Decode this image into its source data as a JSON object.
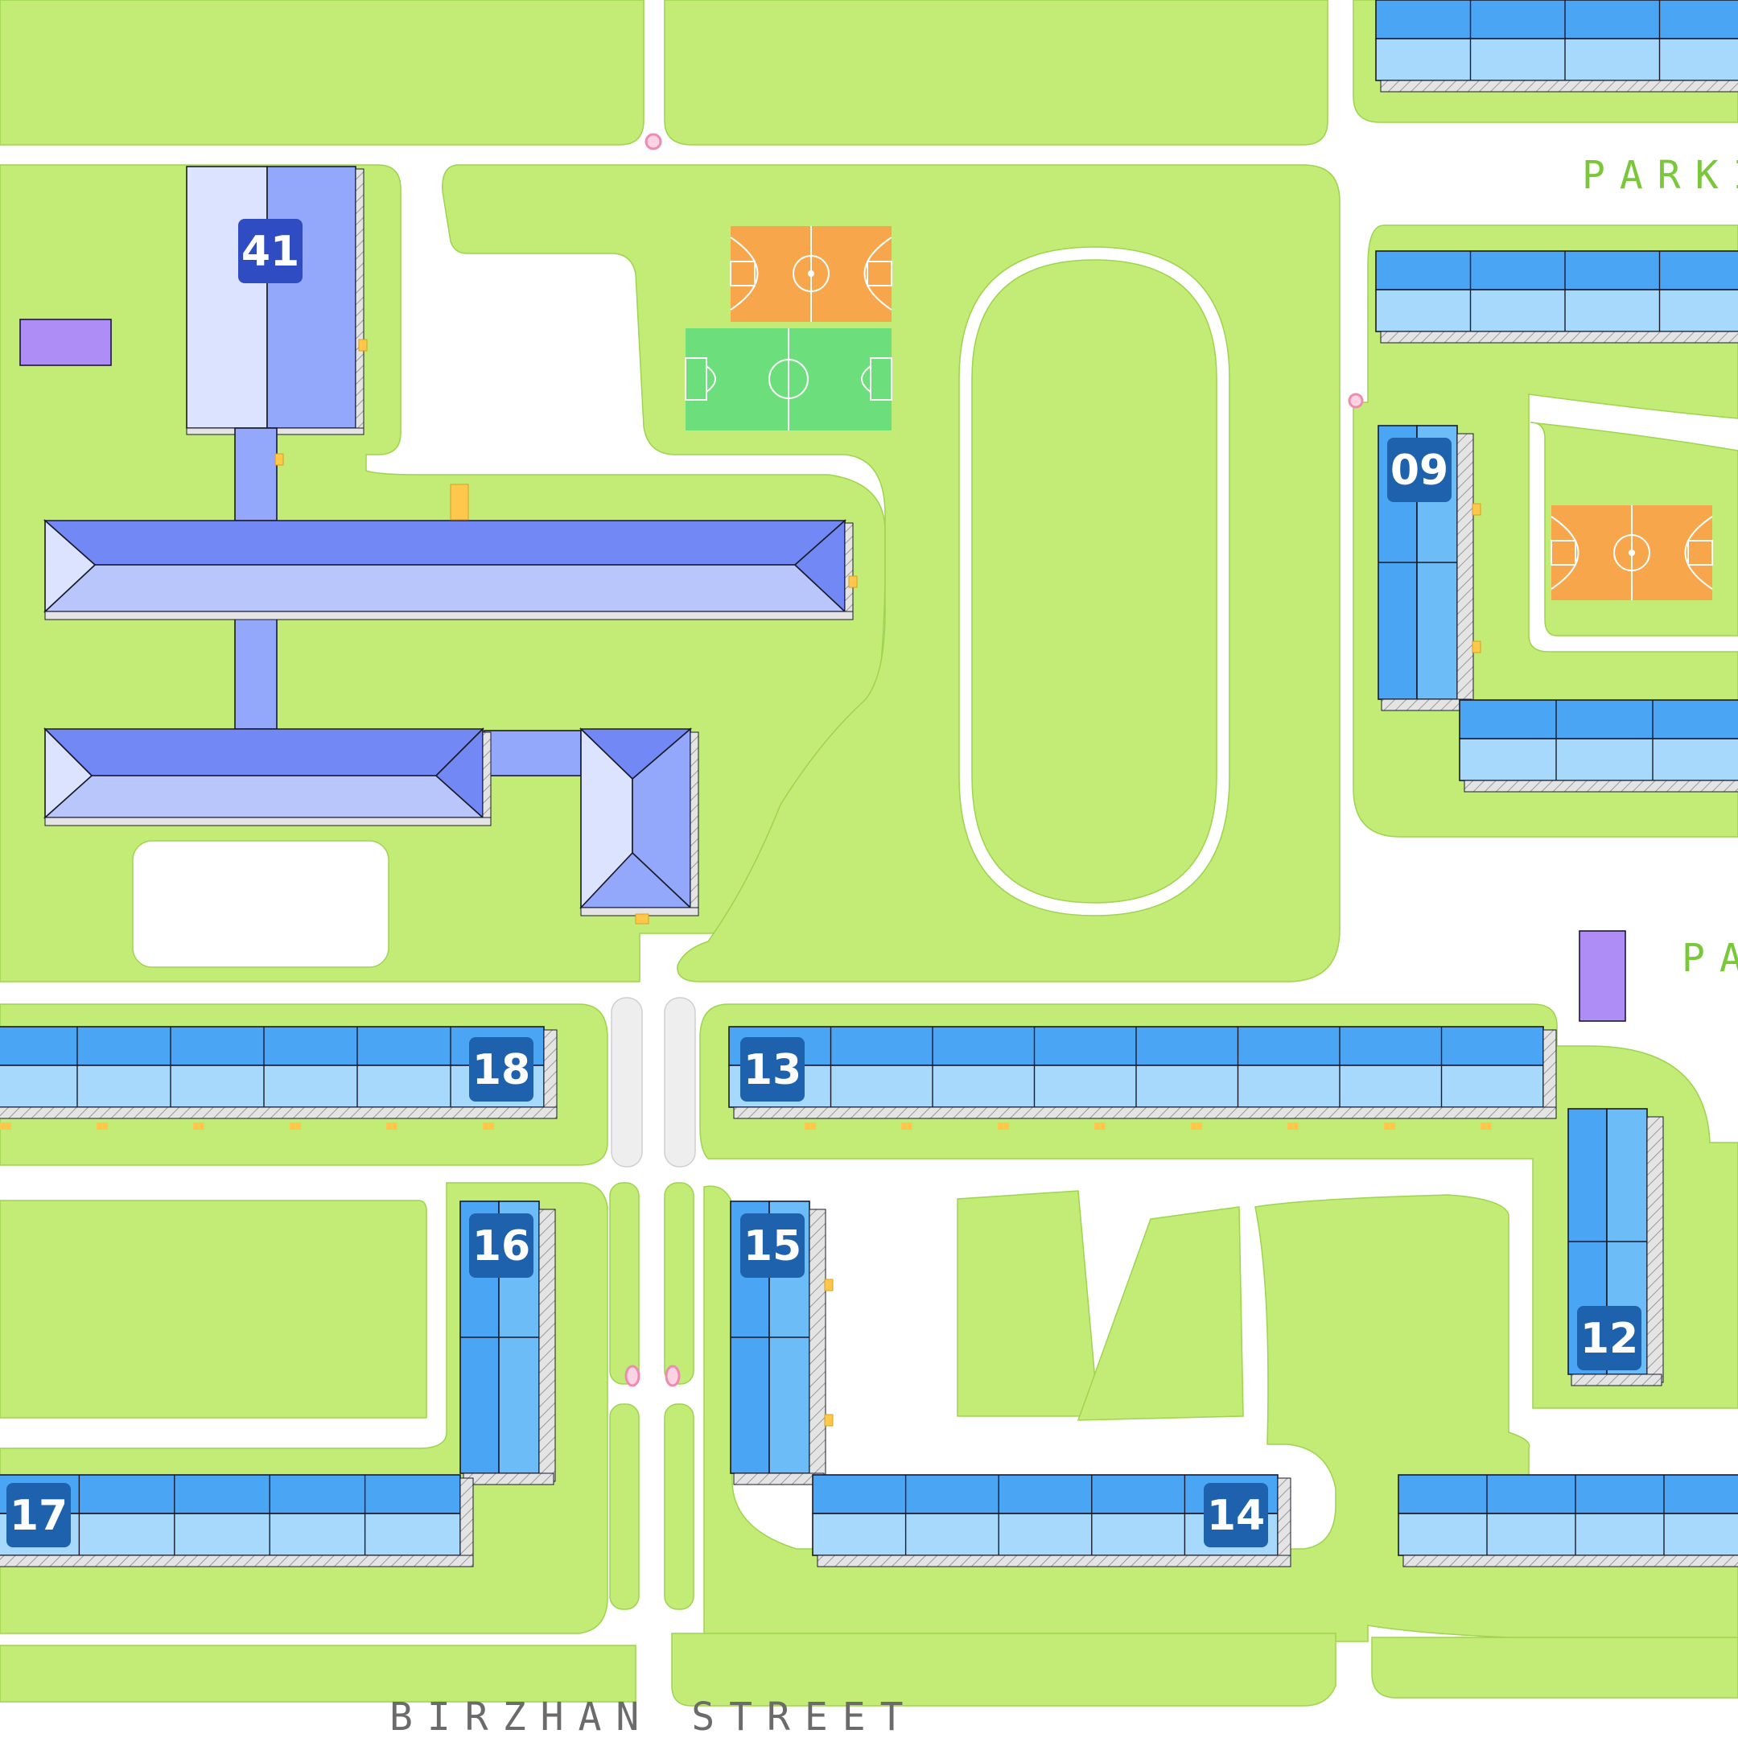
{
  "colors": {
    "grass": "#c2ec76",
    "grass_edge": "#9ed44e",
    "road": "#ffffff",
    "residential_roof_dark": "#4aa6f4",
    "residential_roof_light": "#a6d9fc",
    "school_roof_dark": "#7288f4",
    "school_roof_light": "#b8c6fc",
    "school_roof_pale": "#dbe3fe",
    "label_plate": "#1e62ad",
    "school_label_plate": "#2f4cc3",
    "basketball_court": "#f7a64b",
    "football_pitch": "#6cde7b",
    "utility_building": "#ae8ef6",
    "entrance": "#ffc84d",
    "crossing": "#ef8bb1",
    "street_label_green": "#7ac83a",
    "street_label_grey": "#6b6b6b"
  },
  "buildings": [
    {
      "id": "school",
      "label": "41"
    },
    {
      "id": "block-09",
      "label": "09"
    },
    {
      "id": "block-12",
      "label": "12"
    },
    {
      "id": "block-13",
      "label": "13"
    },
    {
      "id": "block-14",
      "label": "14"
    },
    {
      "id": "block-15",
      "label": "15"
    },
    {
      "id": "block-16",
      "label": "16"
    },
    {
      "id": "block-17",
      "label": "17"
    },
    {
      "id": "block-18",
      "label": "18"
    }
  ],
  "streets": {
    "bottom": "BIRZHAN  STREET",
    "park_top": "PARKI",
    "park_mid": "PA"
  },
  "icons": {
    "crossing": "pink-oval-crossing-icon",
    "entrance": "yellow-entrance-marker",
    "court": "basketball-court",
    "pitch": "football-pitch"
  }
}
